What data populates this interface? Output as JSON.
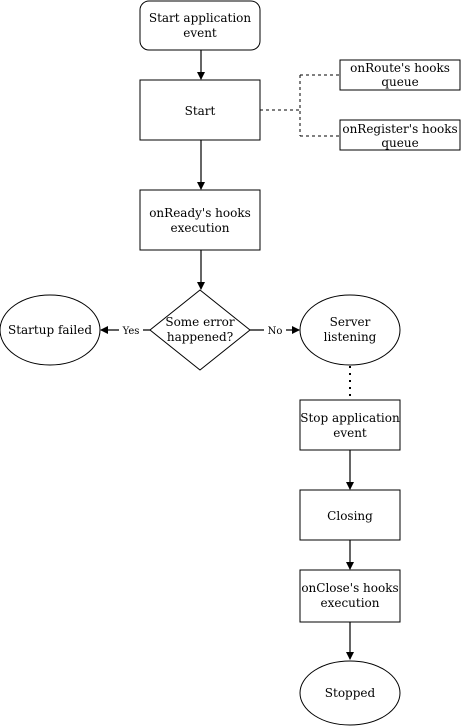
{
  "nodes": {
    "start_event": {
      "lines": [
        "Start application",
        "event"
      ]
    },
    "start": {
      "lines": [
        "Start"
      ]
    },
    "onroute_queue": {
      "lines": [
        "onRoute's hooks",
        "queue"
      ]
    },
    "onregister_queue": {
      "lines": [
        "onRegister's hooks",
        "queue"
      ]
    },
    "onready_exec": {
      "lines": [
        "onReady's hooks",
        "execution"
      ]
    },
    "error_decision": {
      "lines": [
        "Some error",
        "happened?"
      ]
    },
    "startup_failed": {
      "lines": [
        "Startup failed"
      ]
    },
    "server_listening": {
      "lines": [
        "Server",
        "listening"
      ]
    },
    "stop_event": {
      "lines": [
        "Stop application",
        "event"
      ]
    },
    "closing": {
      "lines": [
        "Closing"
      ]
    },
    "onclose_exec": {
      "lines": [
        "onClose's hooks",
        "execution"
      ]
    },
    "stopped": {
      "lines": [
        "Stopped"
      ]
    }
  },
  "edge_labels": {
    "yes": "Yes",
    "no": "No"
  },
  "colors": {
    "stroke": "#000000",
    "fill": "#ffffff"
  }
}
